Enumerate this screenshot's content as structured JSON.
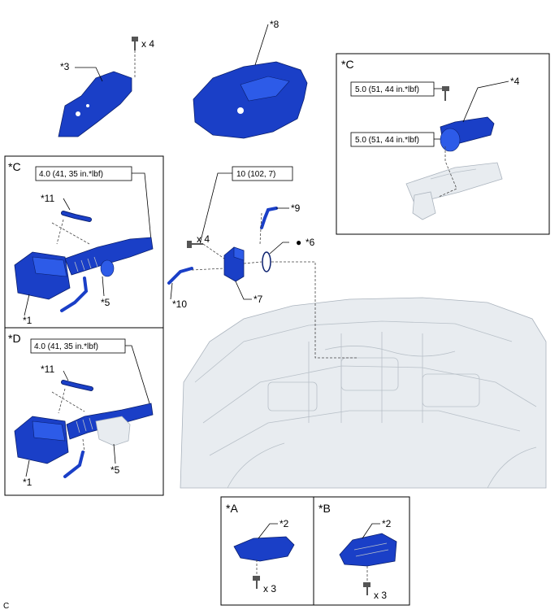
{
  "labels": {
    "p3": "*3",
    "p8": "*8",
    "p4": "*4",
    "p11a": "*11",
    "p1a": "*1",
    "p5a": "*5",
    "p11b": "*11",
    "p1b": "*1",
    "p5b": "*5",
    "p9": "*9",
    "p6": "*6",
    "p7": "*7",
    "p10": "*10",
    "p2a": "*2",
    "p2b": "*2"
  },
  "views": {
    "c_top": "*C",
    "c_left": "*C",
    "d": "*D",
    "a": "*A",
    "b": "*B"
  },
  "torques": {
    "c_left": "4.0 (41, 35 in.*lbf)",
    "d": "4.0 (41, 35 in.*lbf)",
    "center": "10 (102, 7)",
    "c_top_1": "5.0 (51, 44 in.*lbf)",
    "c_top_2": "5.0 (51, 44 in.*lbf)"
  },
  "quantities": {
    "top": "x 4",
    "center": "x 4",
    "a": "x 3",
    "b": "x 3"
  },
  "marks": {
    "bullet": "●"
  },
  "footer": {
    "code": "C"
  }
}
